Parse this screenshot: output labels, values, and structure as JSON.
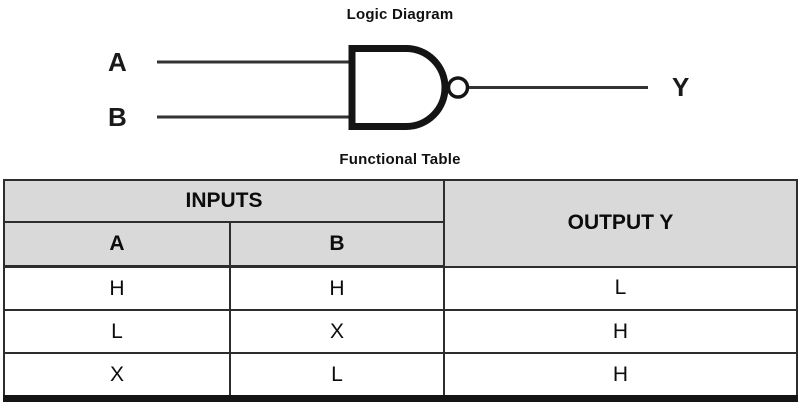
{
  "logic_diagram": {
    "title": "Logic Diagram",
    "gate_icon": "nand-gate",
    "input_labels": [
      "A",
      "B"
    ],
    "output_label": "Y"
  },
  "functional_table": {
    "title": "Functional Table",
    "header": {
      "inputs_label": "INPUTS",
      "output_label": "OUTPUT Y",
      "input_columns": [
        "A",
        "B"
      ]
    },
    "rows": [
      {
        "a": "H",
        "b": "H",
        "y": "L"
      },
      {
        "a": "L",
        "b": "X",
        "y": "H"
      },
      {
        "a": "X",
        "b": "L",
        "y": "H"
      }
    ]
  },
  "colors": {
    "header_bg": "#d9d9d9",
    "border": "#2d2d2d",
    "line": "#333333",
    "gate_stroke": "#141414",
    "background": "#ffffff"
  }
}
